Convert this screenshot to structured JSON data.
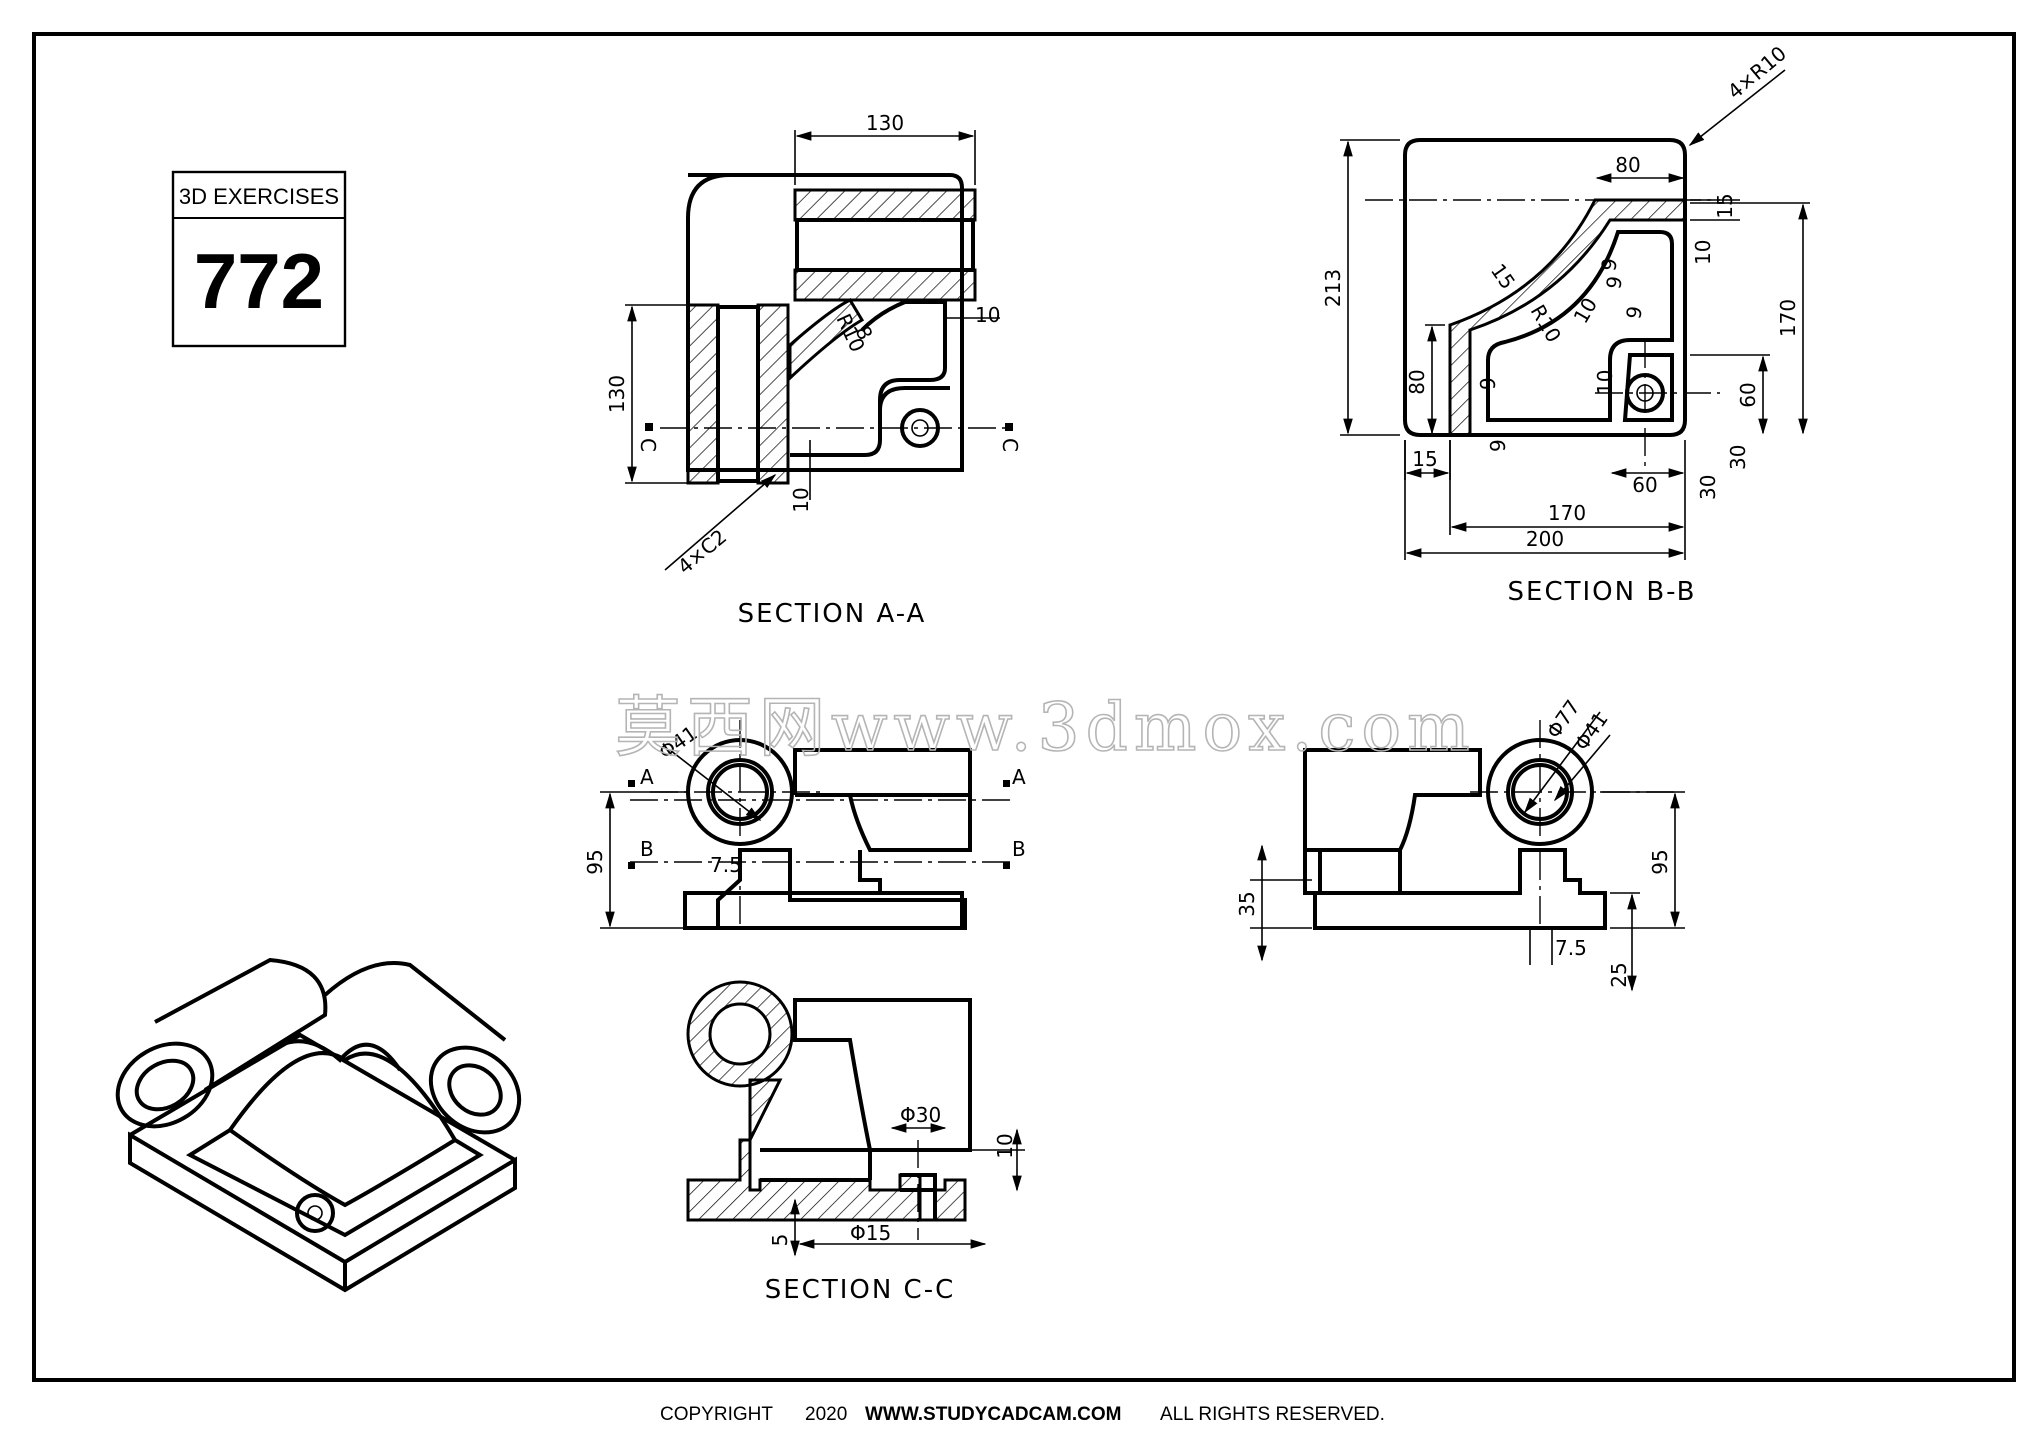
{
  "exercise": {
    "label": "3D EXERCISES",
    "number": "772"
  },
  "sections": {
    "aa": "SECTION A-A",
    "bb": "SECTION B-B",
    "cc": "SECTION C-C"
  },
  "cutting_plane_letters": {
    "a": "A",
    "b": "B",
    "c": "C"
  },
  "dimensions": {
    "aa_width": "130",
    "aa_height": "130",
    "aa_wall_right": "10",
    "aa_wall_bottom": "10",
    "aa_chamfer": "4×C2",
    "aa_r10": "R10",
    "aa_r8": "8",
    "bb_round": "4×R10",
    "bb_80_top": "80",
    "bb_15_top": "15",
    "bb_10": "10",
    "bb_213": "213",
    "bb_170_right": "170",
    "bb_15_diag": "15",
    "bb_9a": "9",
    "bb_9b": "9",
    "bb_r10": "R10",
    "bb_10b": "10",
    "bb_9c": "9",
    "bb_80_left": "80",
    "bb_9d": "9",
    "bb_10c": "10",
    "bb_60_right": "60",
    "bb_15_bottom": "15",
    "bb_9e": "9",
    "bb_60_bottom": "60",
    "bb_30a": "30",
    "bb_30b": "30",
    "bb_170_bottom": "170",
    "bb_200": "200",
    "front_d41": "Φ41",
    "front_95": "95",
    "front_7_5": "7.5",
    "side_d77": "Φ77",
    "side_d41": "Φ41",
    "side_95": "95",
    "side_35": "35",
    "side_7_5": "7.5",
    "side_25": "25",
    "cc_d30": "Φ30",
    "cc_10": "10",
    "cc_d15": "Φ15",
    "cc_5": "5"
  },
  "watermark": "莫西网www.3dmox.com",
  "footer": {
    "copyright": "COPYRIGHT",
    "year": "2020",
    "site": "WWW.STUDYCADCAM.COM",
    "rights": "ALL RIGHTS RESERVED."
  }
}
